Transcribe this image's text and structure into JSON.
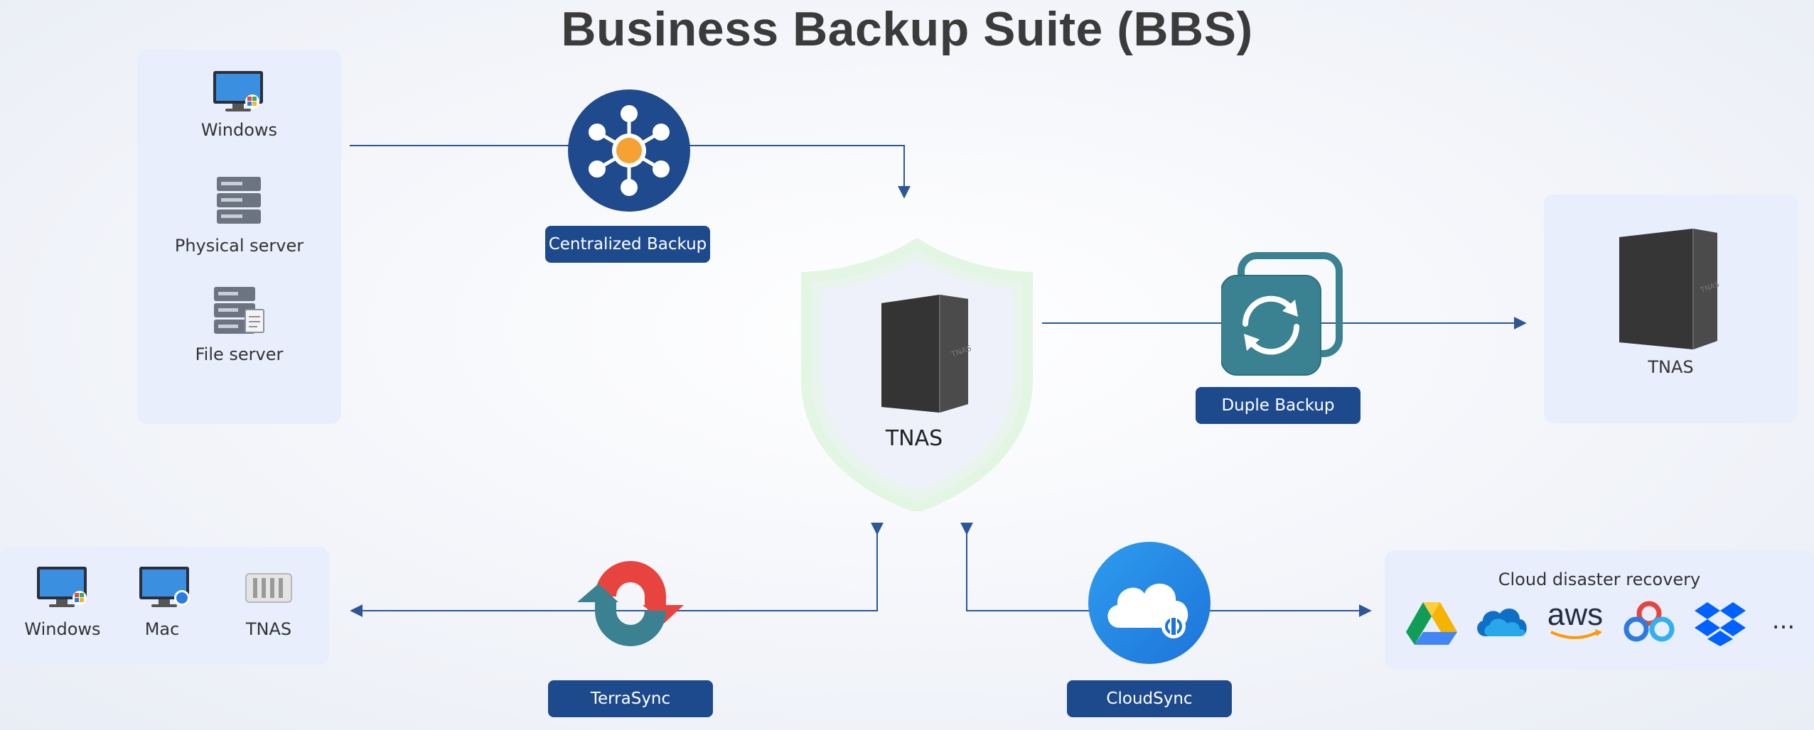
{
  "title": "Business Backup Suite (BBS)",
  "sources": [
    {
      "label": "Windows",
      "icon": "windows-monitor-icon"
    },
    {
      "label": "Physical server",
      "icon": "server-rack-icon"
    },
    {
      "label": "File server",
      "icon": "file-server-icon"
    }
  ],
  "center": {
    "label": "TNAS",
    "icon": "tnas-device-icon",
    "badge_icon": "shield-icon"
  },
  "methods": {
    "centralized": {
      "label": "Centralized Backup",
      "icon": "hub-network-icon"
    },
    "duple": {
      "label": "Duple Backup",
      "icon": "sync-copy-icon"
    },
    "terrasync": {
      "label": "TerraSync",
      "icon": "terrasync-loop-icon"
    },
    "cloudsync": {
      "label": "CloudSync",
      "icon": "cloud-sync-icon"
    }
  },
  "remote_tnas": {
    "label": "TNAS"
  },
  "clients": [
    {
      "label": "Windows",
      "icon": "windows-monitor-icon"
    },
    {
      "label": "Mac",
      "icon": "mac-monitor-icon"
    },
    {
      "label": "TNAS",
      "icon": "tnas-small-icon"
    }
  ],
  "cloud": {
    "title": "Cloud disaster recovery",
    "providers": [
      "google-drive-icon",
      "onedrive-icon",
      "aws-icon",
      "baidu-cloud-icon",
      "dropbox-icon"
    ],
    "aws_text": "aws",
    "more": "..."
  },
  "colors": {
    "navy": "#1d4a8c",
    "line": "#2b5797",
    "panel": "#e8eefb",
    "teal": "#3a8291"
  }
}
